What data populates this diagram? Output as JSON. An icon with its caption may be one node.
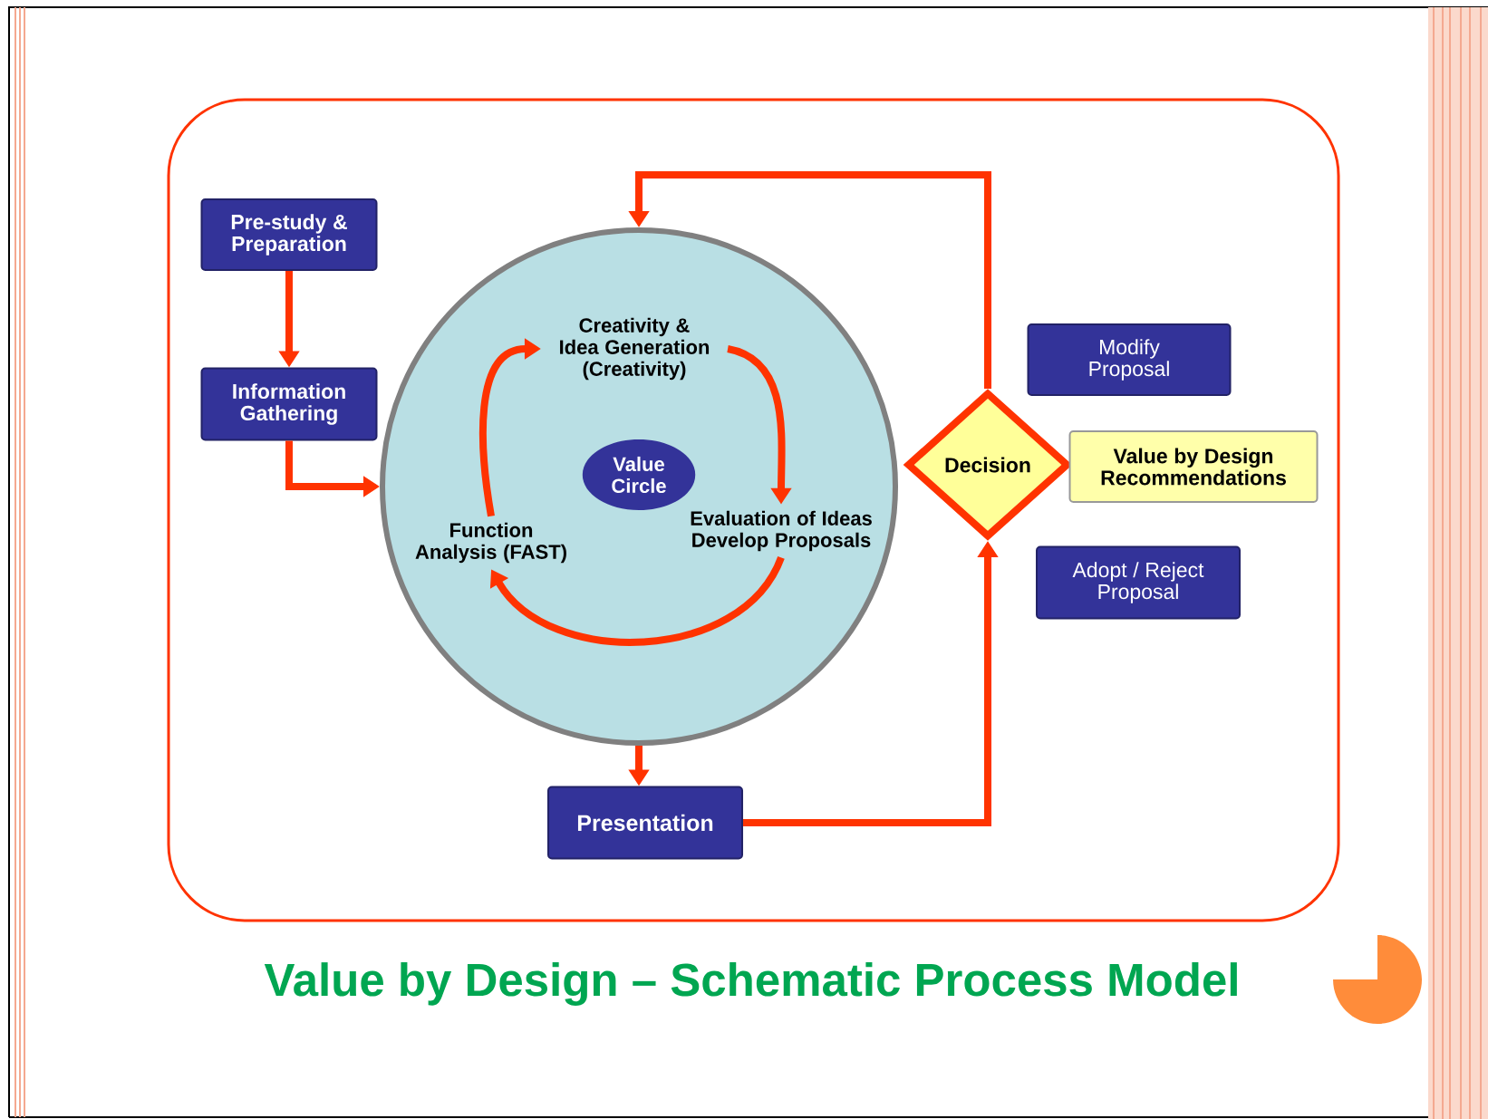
{
  "diagram": {
    "title": "Value by Design – Schematic Process Model",
    "nodes": [
      {
        "text": [
          "Pre-study & Preparation"
        ]
      },
      {
        "text": [
          "Information Gathering"
        ]
      },
      {
        "text": [],
        "shape": "circle"
      },
      {
        "text": [
          "Creativity & Idea Generation (Creativity)"
        ],
        "in": 2
      },
      {
        "text": [
          "Evaluation of Ideas Develop Proposals"
        ],
        "in": 2
      },
      {
        "text": [
          "Function Analysis (FAST)"
        ],
        "in": 2
      },
      {
        "text": [
          "Value Circle"
        ],
        "in": 2
      },
      {
        "text": [
          "Presentation"
        ]
      },
      {
        "text": [
          "Decision"
        ]
      },
      {
        "text": [
          "Modify Proposal"
        ]
      },
      {
        "text": [
          "Value by Design Recommendations"
        ]
      },
      {
        "text": [
          "Adopt / Reject Proposal"
        ]
      }
    ],
    "edges": [
      {
        "from": 0,
        "to": 1,
        "arrow": "to"
      },
      {
        "from": 1,
        "to": 2,
        "arrow": "to"
      },
      {
        "from": 2,
        "to": 7,
        "arrow": "to"
      },
      {
        "from": 3,
        "to": 4,
        "arrow": "to"
      },
      {
        "from": 4,
        "to": 5,
        "arrow": "to"
      },
      {
        "from": 5,
        "to": 3,
        "arrow": "to"
      },
      {
        "from": 7,
        "to": 8,
        "arrow": "to"
      },
      {
        "from": 8,
        "to": 2,
        "arrow": "to"
      }
    ]
  }
}
